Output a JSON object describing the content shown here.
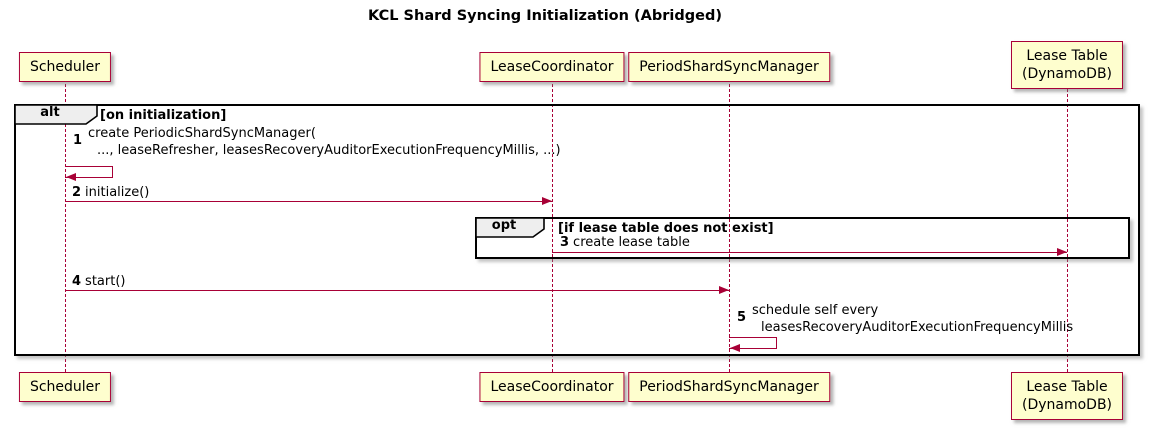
{
  "title": "KCL Shard Syncing Initialization (Abridged)",
  "colors": {
    "participant_fill": "#FEFECE",
    "participant_border": "#A80036",
    "arrow": "#A80036",
    "lifeline": "#A80036",
    "frame_border": "#000000",
    "frame_label_fill": "#EEEEEE",
    "background": "#FFFFFF"
  },
  "participants": [
    {
      "id": "scheduler",
      "label": "Scheduler"
    },
    {
      "id": "lease-coordinator",
      "label": "LeaseCoordinator"
    },
    {
      "id": "period-shard-sync-manager",
      "label": "PeriodShardSyncManager"
    },
    {
      "id": "lease-table",
      "label": "Lease Table",
      "label2": "(DynamoDB)"
    }
  ],
  "frames": {
    "alt": {
      "keyword": "alt",
      "guard": "[on initialization]"
    },
    "opt": {
      "keyword": "opt",
      "guard": "[if lease table does not exist]"
    }
  },
  "messages": [
    {
      "num": "1",
      "lines": [
        "create PeriodicShardSyncManager(",
        "..., leaseRefresher, leasesRecoveryAuditorExecutionFrequencyMillis, ...)"
      ],
      "kind": "self",
      "from": "Scheduler",
      "to": "Scheduler"
    },
    {
      "num": "2",
      "lines": [
        "initialize()"
      ],
      "kind": "arrow",
      "from": "Scheduler",
      "to": "LeaseCoordinator"
    },
    {
      "num": "3",
      "lines": [
        "create lease table"
      ],
      "kind": "arrow",
      "from": "LeaseCoordinator",
      "to": "Lease Table (DynamoDB)"
    },
    {
      "num": "4",
      "lines": [
        "start()"
      ],
      "kind": "arrow",
      "from": "Scheduler",
      "to": "PeriodShardSyncManager"
    },
    {
      "num": "5",
      "lines": [
        "schedule self every",
        "leasesRecoveryAuditorExecutionFrequencyMillis"
      ],
      "kind": "self",
      "from": "PeriodShardSyncManager",
      "to": "PeriodShardSyncManager"
    }
  ]
}
